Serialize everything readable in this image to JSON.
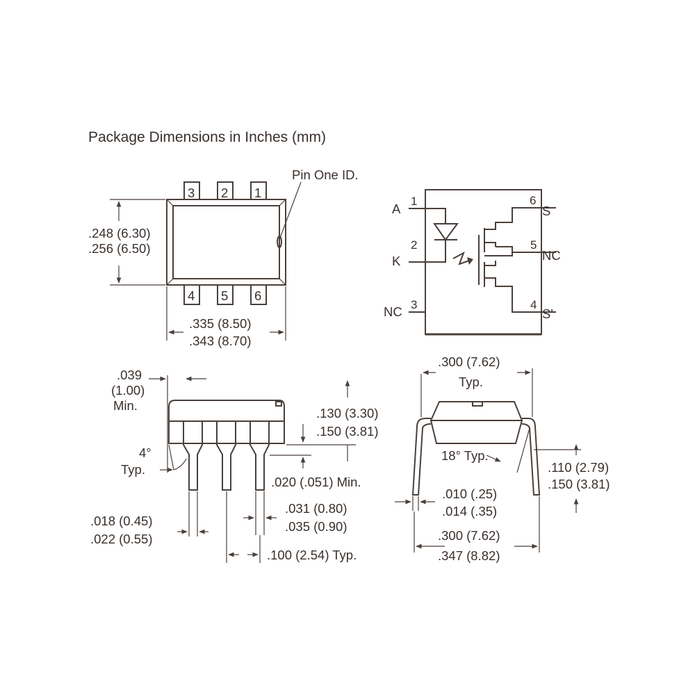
{
  "title": "Package Dimensions in Inches (mm)",
  "top_view": {
    "pin_one_id": "Pin One ID.",
    "pins_top": [
      "3",
      "2",
      "1"
    ],
    "pins_bottom": [
      "4",
      "5",
      "6"
    ],
    "height_min": ".248 (6.30)",
    "height_max": ".256 (6.50)",
    "width_min": ".335 (8.50)",
    "width_max": ".343 (8.70)"
  },
  "schematic": {
    "pins": {
      "p1": "1",
      "p2": "2",
      "p3": "3",
      "p4": "4",
      "p5": "5",
      "p6": "6"
    },
    "labels": {
      "anode": "A",
      "cathode": "K",
      "nc_left": "NC",
      "source": "S",
      "nc_right": "NC",
      "source_prime": "S'"
    }
  },
  "side_view": {
    "lead_gap_1": ".039",
    "lead_gap_2": "(1.00)",
    "lead_gap_3": "Min.",
    "angle_1": "4°",
    "angle_2": "Typ.",
    "seated_min": ".130 (3.30)",
    "seated_max": ".150 (3.81)",
    "standoff": ".020 (.051) Min.",
    "lead_w_min": ".018 (0.45)",
    "lead_w_max": ".022 (0.55)",
    "shoulder_min": ".031 (0.80)",
    "shoulder_max": ".035 (0.90)",
    "pitch": ".100 (2.54) Typ."
  },
  "end_view": {
    "row_spacing": ".300 (7.62)",
    "row_typ": "Typ.",
    "angle": "18° Typ.",
    "lead_len_min": ".110 (2.79)",
    "lead_len_max": ".150 (3.81)",
    "thk_min": ".010 (.25)",
    "thk_max": ".014 (.35)",
    "span_min": ".300 (7.62)",
    "span_max": ".347 (8.82)"
  }
}
